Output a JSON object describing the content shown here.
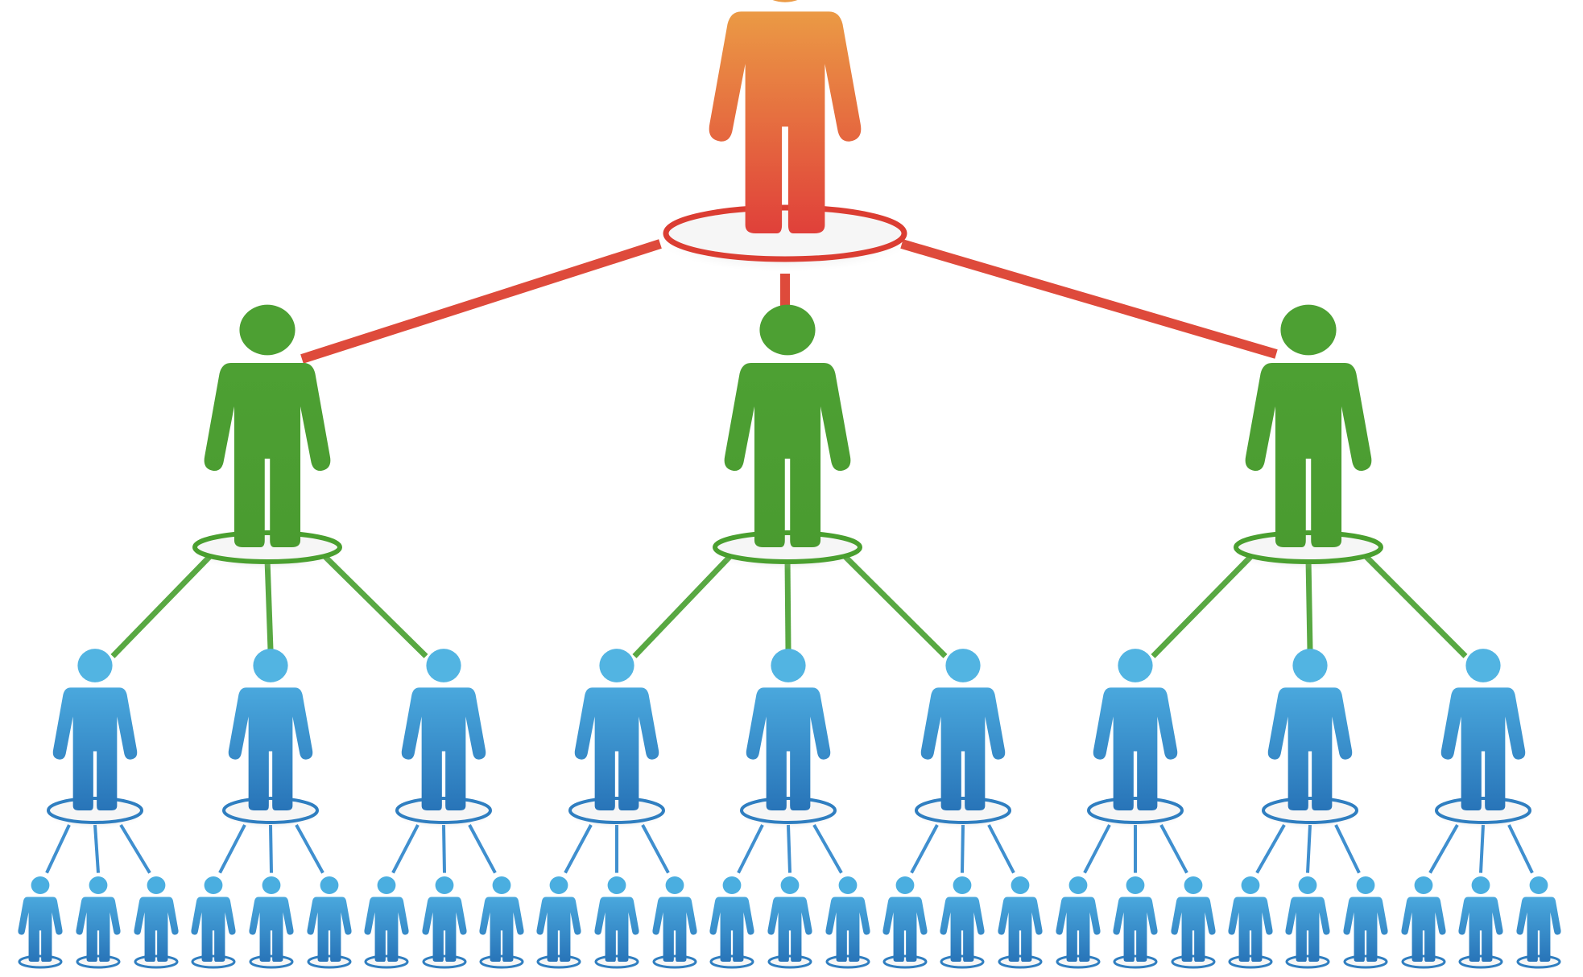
{
  "diagram": {
    "type": "hierarchy-tree",
    "branching_factor": 3,
    "levels": [
      {
        "level": 1,
        "count": 1,
        "color": "#e8704a",
        "head_color": "#eb9a45",
        "link_color": "#de4a3b",
        "ring_color": "#db3d32"
      },
      {
        "level": 2,
        "count": 3,
        "color": "#4da033",
        "head_color": "#4da033",
        "link_color": "#58a842",
        "ring_color": "#4a9f2f"
      },
      {
        "level": 3,
        "count": 9,
        "color": "#2f84c2",
        "head_color": "#52b4e2",
        "link_color": "#3f8fcf",
        "ring_color": "#2f7ec0"
      },
      {
        "level": 4,
        "count": 27,
        "color": "#2f84c2",
        "head_color": "#4aaee0",
        "link_color": null,
        "ring_color": "#2f7ec0"
      }
    ],
    "background": "#ffffff",
    "icons": [
      "person-icon"
    ]
  }
}
